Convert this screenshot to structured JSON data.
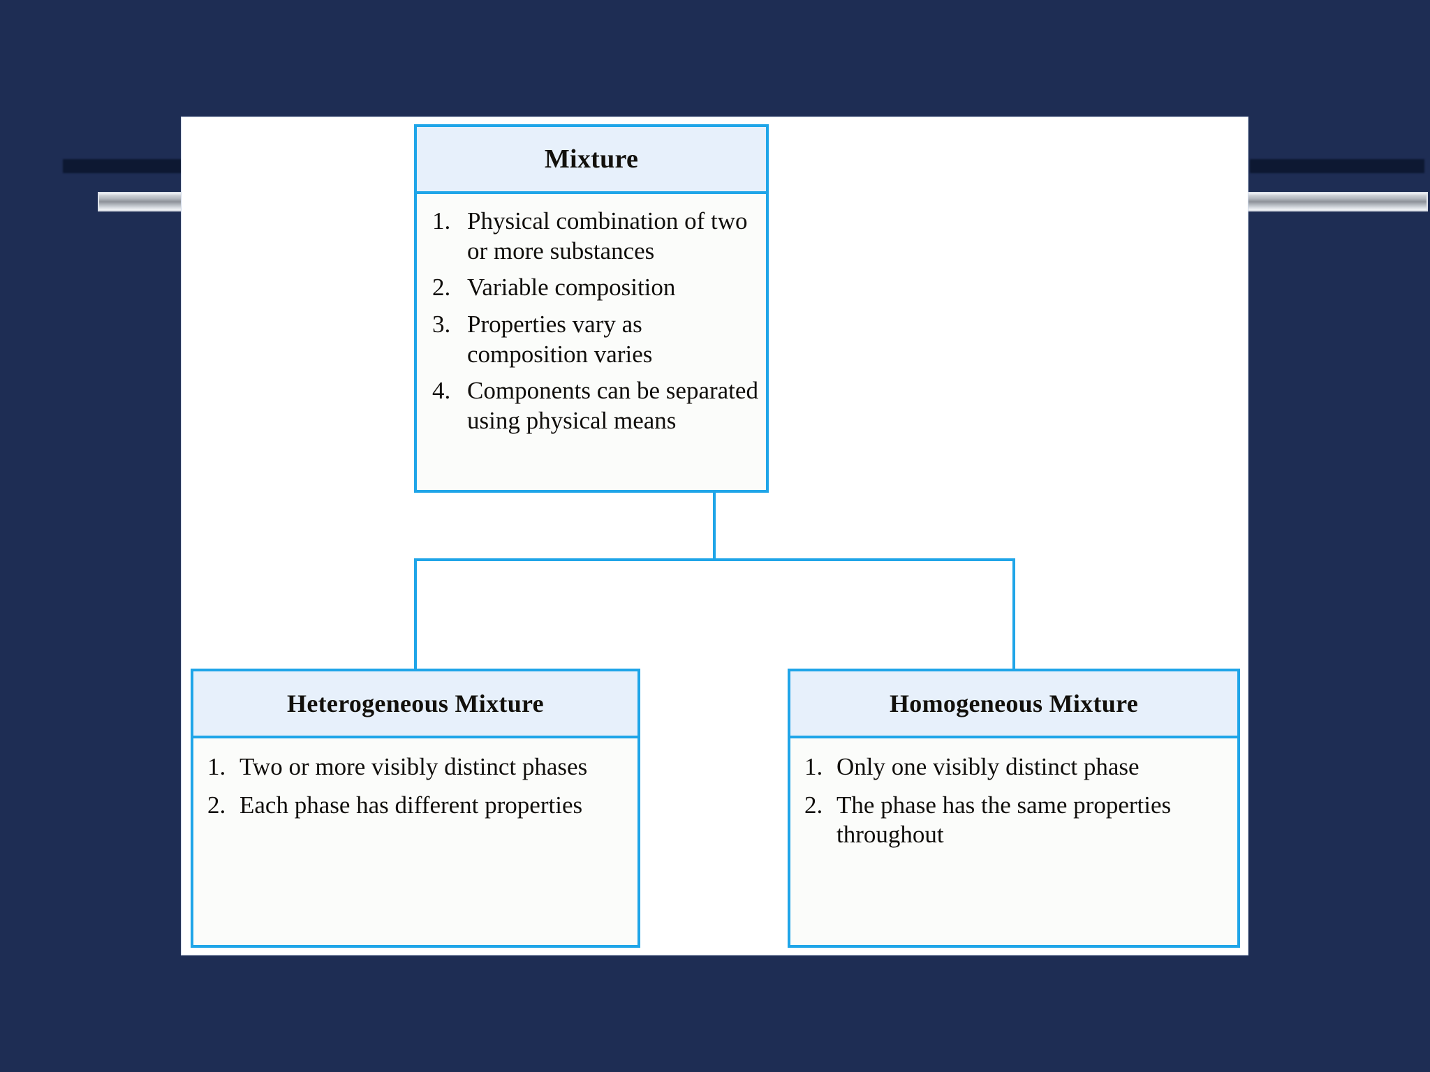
{
  "theme": {
    "background_color": "#1e2d54",
    "slide_color": "#ffffff",
    "node_border_color": "#1fa5e8",
    "node_header_fill": "#e7f0fb",
    "node_body_fill": "#fbfcfa",
    "text_color": "#100e0b"
  },
  "diagram": {
    "type": "hierarchy-flowchart",
    "root": {
      "title": "Mixture",
      "facts": [
        {
          "num": "1.",
          "text": "Physical combination of two or more substances"
        },
        {
          "num": "2.",
          "text": "Variable composition"
        },
        {
          "num": "3.",
          "text": "Properties vary as composition varies"
        },
        {
          "num": "4.",
          "text": "Components can be separated using physical means"
        }
      ]
    },
    "children": [
      {
        "title": "Heterogeneous Mixture",
        "facts": [
          {
            "num": "1.",
            "text": "Two or more visibly distinct phases"
          },
          {
            "num": "2.",
            "text": "Each phase has different properties"
          }
        ]
      },
      {
        "title": "Homogeneous Mixture",
        "facts": [
          {
            "num": "1.",
            "text": "Only one visibly distinct phase"
          },
          {
            "num": "2.",
            "text": "The phase has the same properties throughout"
          }
        ]
      }
    ]
  }
}
